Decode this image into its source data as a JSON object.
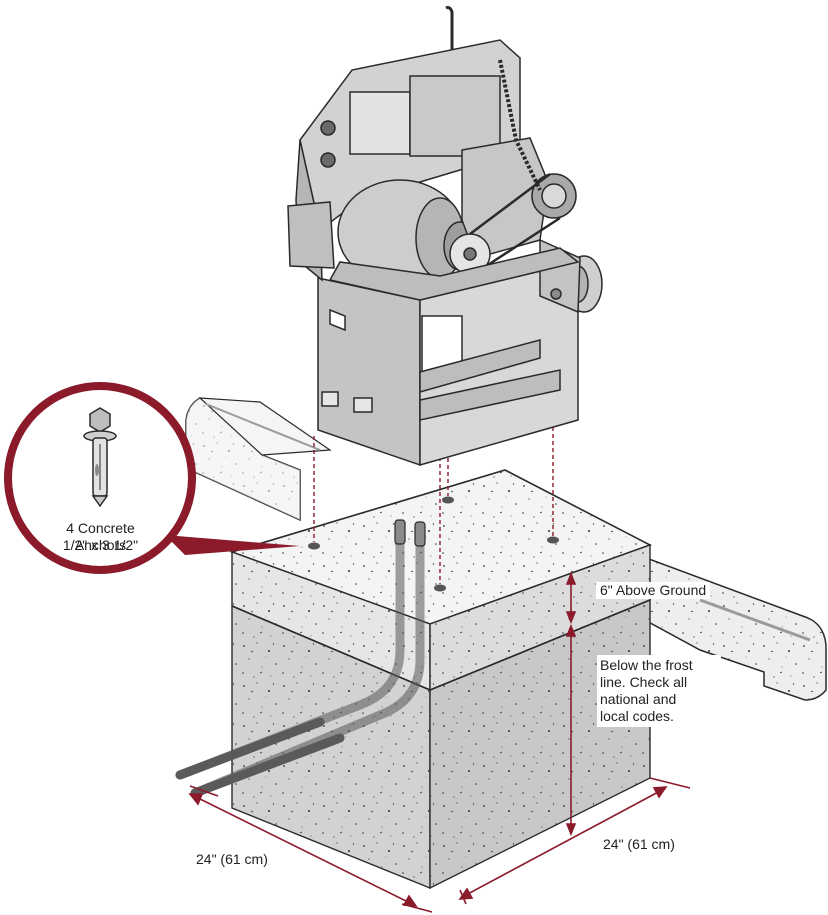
{
  "labels": {
    "anchors_title": "4 Concrete Anchors",
    "anchors_size": "1/2\" x 3 1/2\"",
    "above_ground": "6\" Above Ground",
    "frost_line": "Below the frost\nline. Check all\nnational and\nlocal codes.",
    "width_left": "24\" (61 cm)",
    "width_right": "24\" (61 cm)"
  },
  "colors": {
    "accent": "#8b1a2b",
    "outline": "#2a2a2a",
    "concrete_top": "#f4f4f4",
    "concrete_front": "#e8e8e8",
    "concrete_below": "#d4d4d4",
    "machine_body": "#cfcfcf"
  }
}
